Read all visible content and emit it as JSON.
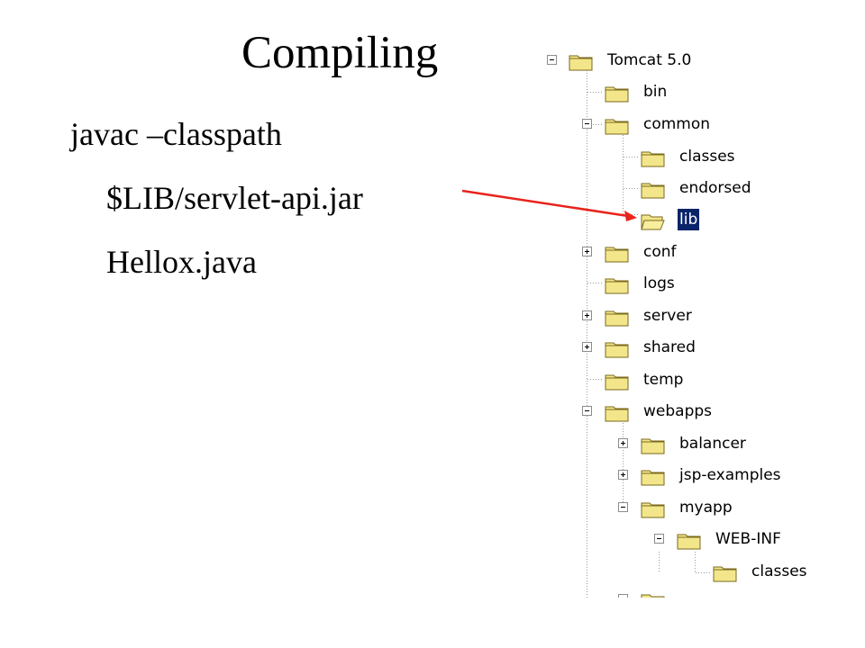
{
  "slide": {
    "title": "Compiling",
    "command_lines": [
      "javac –classpath",
      "$LIB/servlet-api.jar",
      "Hellox.java"
    ]
  },
  "tree": {
    "nodes": [
      {
        "label": "Tomcat 5.0",
        "expander": "minus",
        "selected": false
      },
      {
        "label": "bin",
        "expander": "none",
        "selected": false
      },
      {
        "label": "common",
        "expander": "minus",
        "selected": false
      },
      {
        "label": "classes",
        "expander": "none",
        "selected": false
      },
      {
        "label": "endorsed",
        "expander": "none",
        "selected": false
      },
      {
        "label": "lib",
        "expander": "none",
        "selected": true
      },
      {
        "label": "conf",
        "expander": "plus",
        "selected": false
      },
      {
        "label": "logs",
        "expander": "none",
        "selected": false
      },
      {
        "label": "server",
        "expander": "plus",
        "selected": false
      },
      {
        "label": "shared",
        "expander": "plus",
        "selected": false
      },
      {
        "label": "temp",
        "expander": "none",
        "selected": false
      },
      {
        "label": "webapps",
        "expander": "minus",
        "selected": false
      },
      {
        "label": "balancer",
        "expander": "plus",
        "selected": false
      },
      {
        "label": "jsp-examples",
        "expander": "plus",
        "selected": false
      },
      {
        "label": "myapp",
        "expander": "minus",
        "selected": false
      },
      {
        "label": "WEB-INF",
        "expander": "minus",
        "selected": false
      },
      {
        "label": "classes",
        "expander": "none",
        "selected": false
      }
    ]
  },
  "colors": {
    "folder_fill": "#f3e58a",
    "folder_stroke": "#7a6a1c",
    "selection": "#0a246a",
    "arrow": "#e8231c"
  }
}
